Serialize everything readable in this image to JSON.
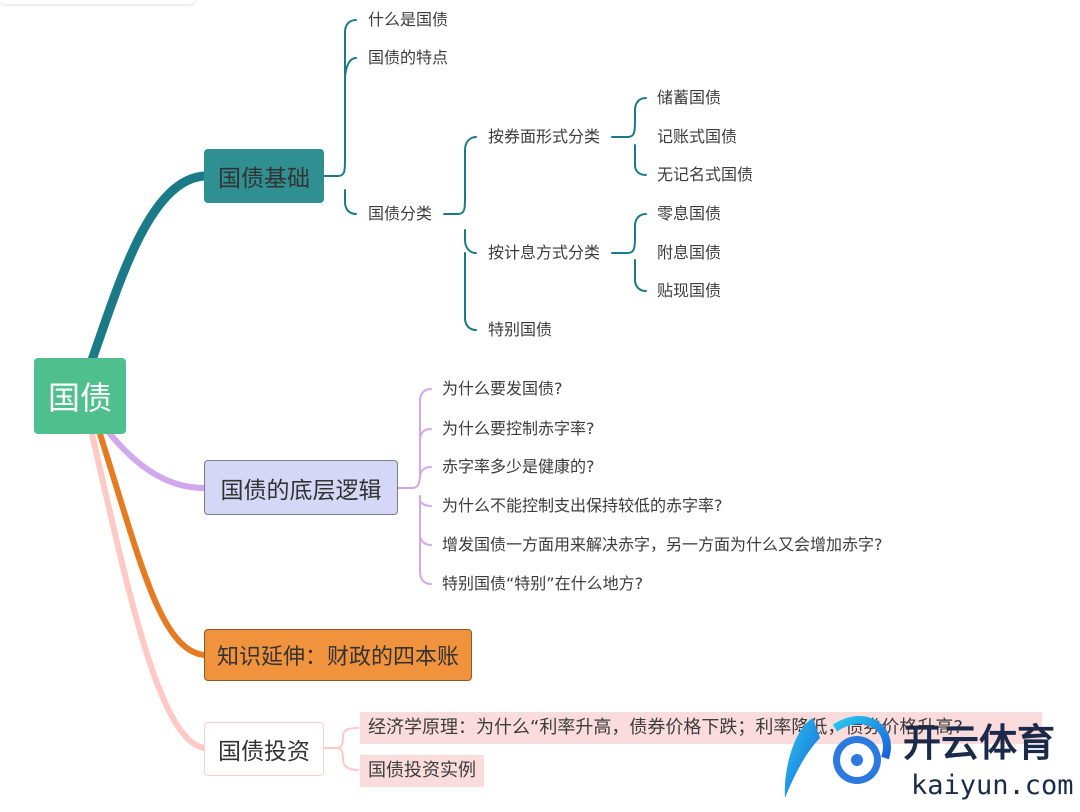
{
  "root": {
    "label": "国债"
  },
  "branches": [
    {
      "label": "国债基础",
      "children": [
        {
          "label": "什么是国债"
        },
        {
          "label": "国债的特点"
        },
        {
          "label": "国债分类",
          "children": [
            {
              "label": "按券面形式分类",
              "children": [
                {
                  "label": "储蓄国债"
                },
                {
                  "label": "记账式国债"
                },
                {
                  "label": "无记名式国债"
                }
              ]
            },
            {
              "label": "按计息方式分类",
              "children": [
                {
                  "label": "零息国债"
                },
                {
                  "label": "附息国债"
                },
                {
                  "label": "贴现国债"
                }
              ]
            },
            {
              "label": "特别国债"
            }
          ]
        }
      ]
    },
    {
      "label": "国债的底层逻辑",
      "children": [
        {
          "label": "为什么要发国债?"
        },
        {
          "label": "为什么要控制赤字率?"
        },
        {
          "label": "赤字率多少是健康的?"
        },
        {
          "label": "为什么不能控制支出保持较低的赤字率?"
        },
        {
          "label": "增发国债一方面用来解决赤字，另一方面为什么又会增加赤字?"
        },
        {
          "label": "特别国债“特别”在什么地方?"
        }
      ]
    },
    {
      "label": "知识延伸：财政的四本账"
    },
    {
      "label": "国债投资",
      "children": [
        {
          "label": "经济学原理：为什么“利率升高，债券价格下跌；利率降低，债券价格升高?"
        },
        {
          "label": "国债投资实例"
        }
      ]
    }
  ],
  "watermark": {
    "brand": "开云体育",
    "domain": "kaiyun.com"
  },
  "colors": {
    "teal": "#1b7a88",
    "purple": "#d2a8ec",
    "orange": "#e57b22",
    "pink": "#ffc9c6",
    "root": "#4fc08d"
  }
}
